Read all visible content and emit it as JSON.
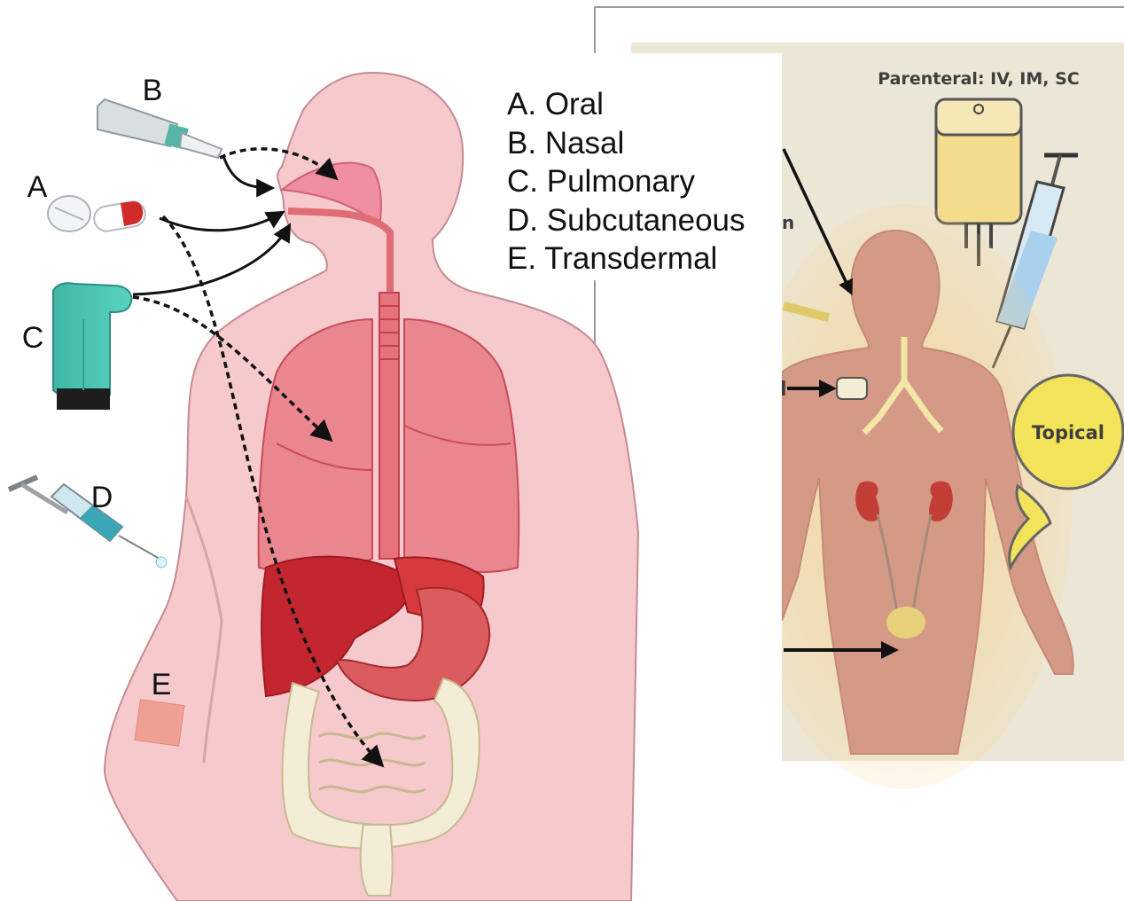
{
  "left_diagram": {
    "legend": [
      {
        "letter": "A.",
        "name": "Oral"
      },
      {
        "letter": "B.",
        "name": "Nasal"
      },
      {
        "letter": "C.",
        "name": "Pulmonary"
      },
      {
        "letter": "D.",
        "name": "Subcutaneous"
      },
      {
        "letter": "E.",
        "name": "Transdermal"
      }
    ],
    "device_labels": {
      "a": "A",
      "b": "B",
      "c": "C",
      "d": "D",
      "e": "E"
    }
  },
  "right_panel": {
    "title": "Parenteral: IV, IM, SC",
    "topical_label": "Topical",
    "cropped_label_fragment": "n",
    "cropped_label_fragment_2": "l"
  },
  "colors": {
    "skin": "#f6c9cc",
    "skin_outline": "#c58c92",
    "lung": "#e06c75",
    "liver": "#c4262f",
    "intestine": "#f3ecd6",
    "panel_bg": "#ede8dc",
    "panel_body": "#d39a84",
    "topical_bubble": "#f3e35a"
  }
}
